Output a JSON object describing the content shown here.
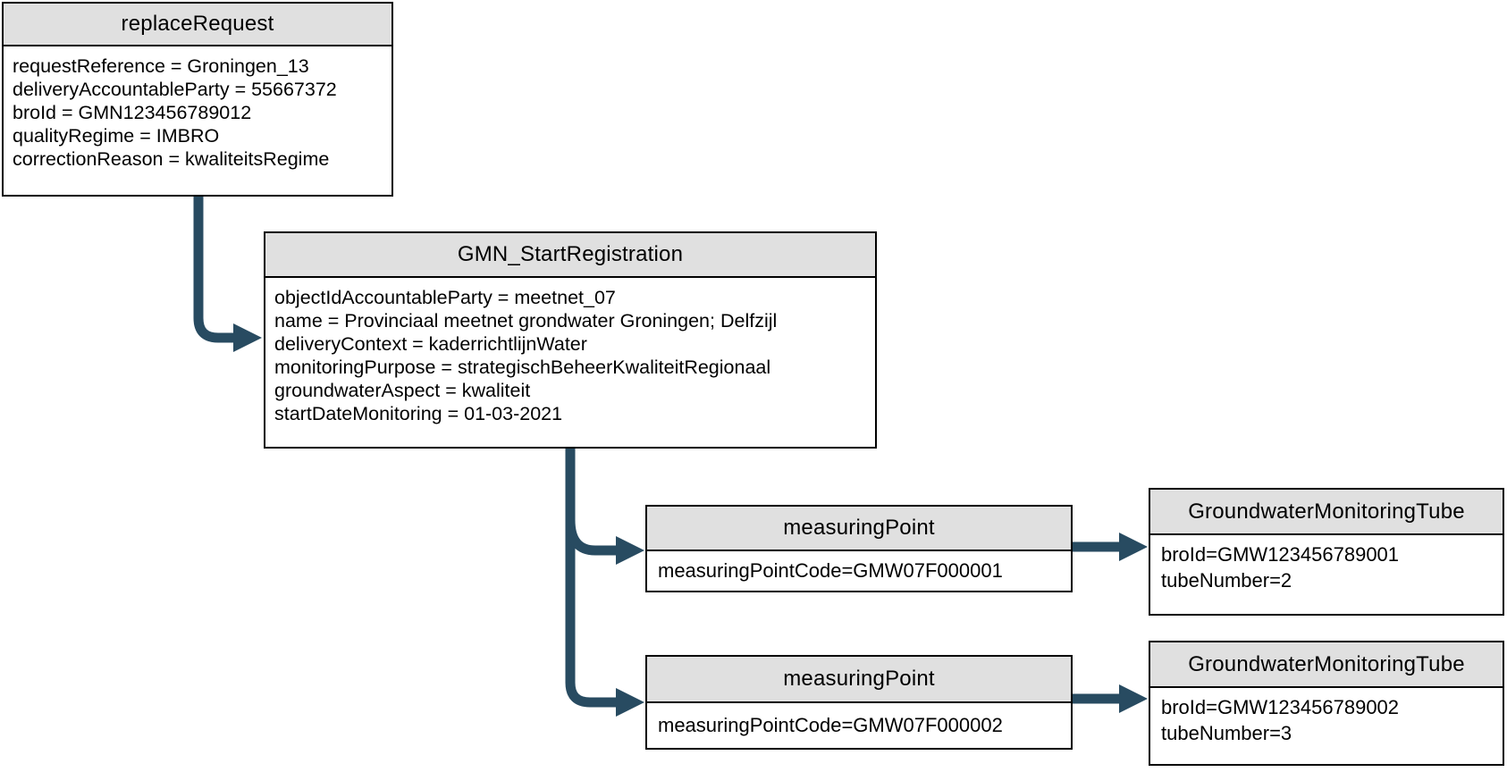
{
  "diagram": {
    "colors": {
      "arrow": "#284b61",
      "header_bg": "#e0e0e0",
      "border": "#000000",
      "body_bg": "#ffffff"
    },
    "nodes": [
      {
        "id": "replaceRequest",
        "title": "replaceRequest",
        "lines": [
          "requestReference = Groningen_13",
          "deliveryAccountableParty = 55667372",
          "broId = GMN123456789012",
          "qualityRegime = IMBRO",
          "correctionReason = kwaliteitsRegime"
        ]
      },
      {
        "id": "GMN_StartRegistration",
        "title": "GMN_StartRegistration",
        "lines": [
          "objectIdAccountableParty = meetnet_07",
          "name = Provinciaal meetnet grondwater Groningen; Delfzijl",
          "deliveryContext = kaderrichtlijnWater",
          "monitoringPurpose = strategischBeheerKwaliteitRegionaal",
          "groundwaterAspect = kwaliteit",
          "startDateMonitoring = 01-03-2021"
        ]
      },
      {
        "id": "measuringPoint-1",
        "title": "measuringPoint",
        "lines": [
          "measuringPointCode=GMW07F000001"
        ]
      },
      {
        "id": "GroundwaterMonitoringTube-1",
        "title": "GroundwaterMonitoringTube",
        "lines": [
          "broId=GMW123456789001",
          "tubeNumber=2"
        ]
      },
      {
        "id": "measuringPoint-2",
        "title": "measuringPoint",
        "lines": [
          "measuringPointCode=GMW07F000002"
        ]
      },
      {
        "id": "GroundwaterMonitoringTube-2",
        "title": "GroundwaterMonitoringTube",
        "lines": [
          "broId=GMW123456789002",
          "tubeNumber=3"
        ]
      }
    ],
    "connectors": [
      {
        "from": "replaceRequest",
        "to": "GMN_StartRegistration"
      },
      {
        "from": "GMN_StartRegistration",
        "to": "measuringPoint-1"
      },
      {
        "from": "GMN_StartRegistration",
        "to": "measuringPoint-2"
      },
      {
        "from": "measuringPoint-1",
        "to": "GroundwaterMonitoringTube-1"
      },
      {
        "from": "measuringPoint-2",
        "to": "GroundwaterMonitoringTube-2"
      }
    ]
  }
}
